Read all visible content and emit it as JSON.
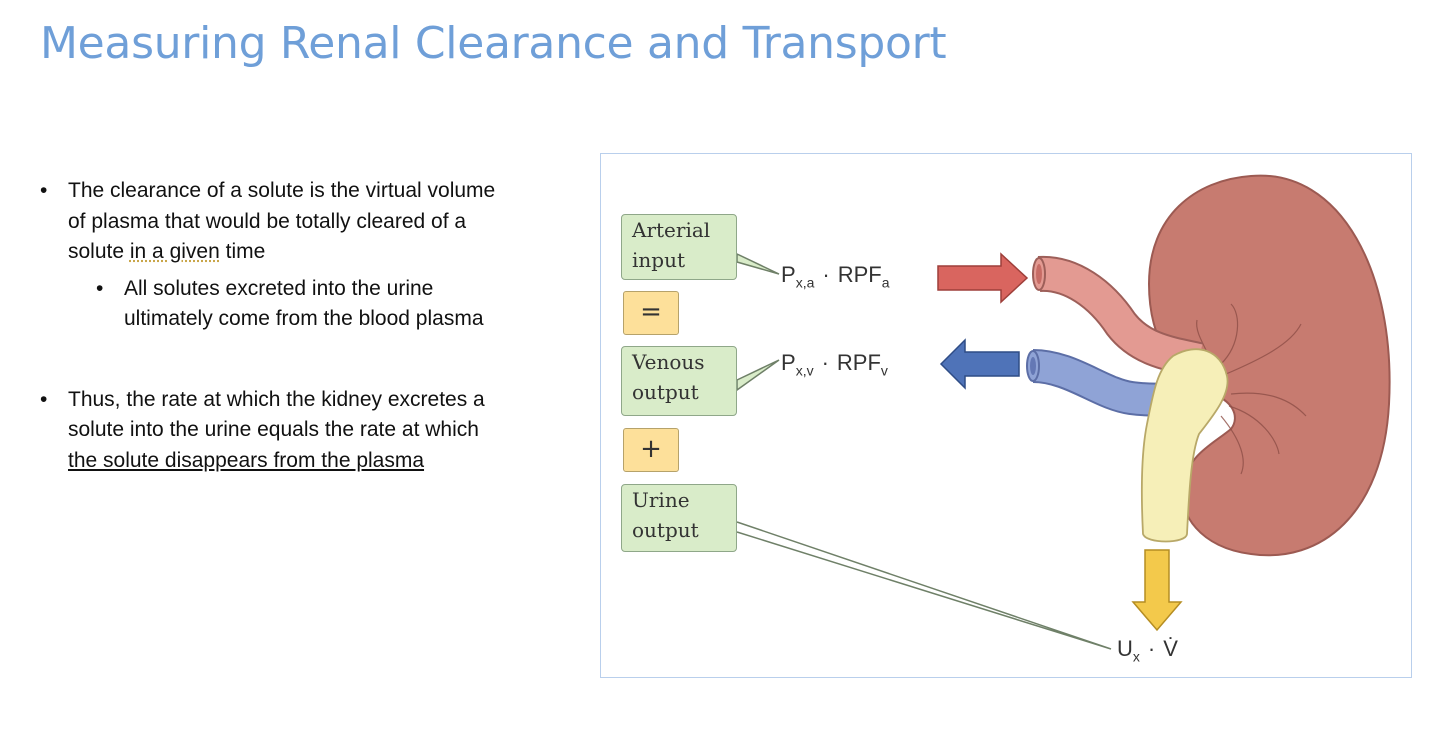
{
  "slide": {
    "title": "Measuring Renal Clearance and Transport"
  },
  "bullets": {
    "b1": {
      "part1": "The clearance of a solute is the virtual volume of plasma that would be totally cleared of a solute ",
      "part2": "in a given",
      "part3": " time"
    },
    "b1_sub": "All solutes excreted into the urine ultimately come from the blood plasma",
    "b2": {
      "part1": "Thus, the rate at which the kidney excretes a solute into the urine equals the rate at which ",
      "part2": "the solute disappears from the plasma"
    },
    "marker": "•"
  },
  "figure": {
    "arterial_label": "Arterial input",
    "equals": "=",
    "venous_label": "Venous output",
    "plus": "+",
    "urine_label": "Urine output",
    "arterial_formula": {
      "p": "P",
      "p_sub": "x,a",
      "dot": "·",
      "rpf": "RPF",
      "rpf_sub": "a"
    },
    "venous_formula": {
      "p": "P",
      "p_sub": "x,v",
      "dot": "·",
      "rpf": "RPF",
      "rpf_sub": "v"
    },
    "urine_formula": {
      "u": "U",
      "u_sub": "x",
      "dot": "·",
      "v": "V̇"
    },
    "colors": {
      "arterial_arrow": "#d9655f",
      "venous_arrow": "#4f73b8",
      "urine_arrow": "#f3c94b",
      "kidney": "#c77b70",
      "artery": "#e39a92",
      "vein": "#8fa3d6",
      "ureter": "#f6efb8",
      "label_fill": "#d9ecc9",
      "op_fill": "#fde09a"
    },
    "icons": {
      "arterial_arrow": "right-arrow-icon",
      "venous_arrow": "left-arrow-icon",
      "urine_arrow": "down-arrow-icon",
      "kidney": "kidney-illustration"
    }
  }
}
